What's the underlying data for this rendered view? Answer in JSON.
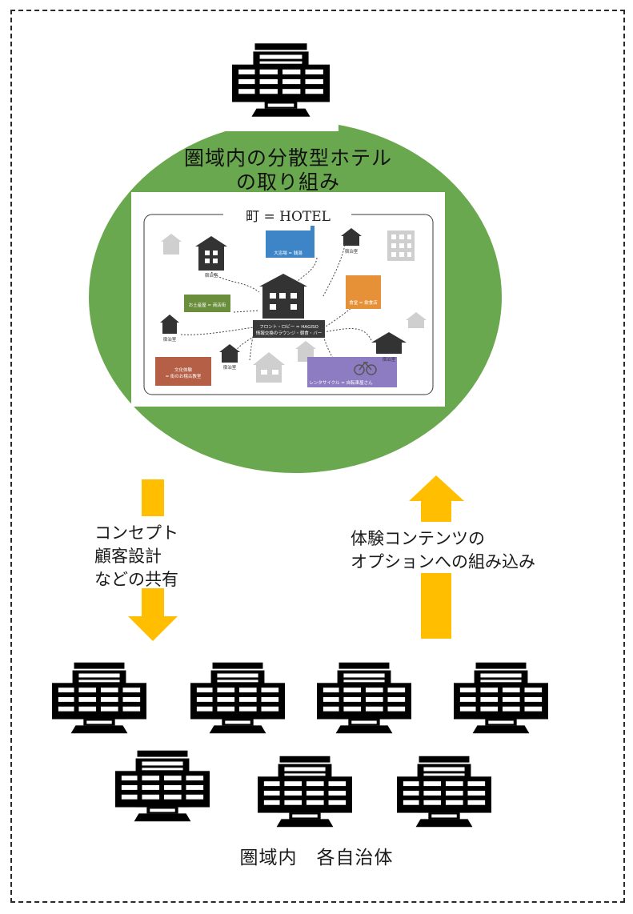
{
  "hub": {
    "title_line1": "圏域内の分散型ホテル",
    "title_line2": "の取り組み"
  },
  "map": {
    "title": "町 = HOTEL",
    "places": [
      {
        "id": "lodge1",
        "label": "宿泊室"
      },
      {
        "id": "bath",
        "label": "大浴場 = 銭湯"
      },
      {
        "id": "lodge2",
        "label": "宿泊室"
      },
      {
        "id": "shop",
        "label": "お土産屋 = 商店街"
      },
      {
        "id": "front",
        "label_line1": "フロント・ロビー = HAGISO",
        "label_line2": "情報交換のラウンジ・朝食・バー"
      },
      {
        "id": "food",
        "label": "食堂 = 飲食店"
      },
      {
        "id": "lodge3",
        "label": "宿泊室"
      },
      {
        "id": "lodge4",
        "label": "宿泊室"
      },
      {
        "id": "culture",
        "label_line1": "文化体験",
        "label_line2": "= 街のお稽古教室"
      },
      {
        "id": "lodge5",
        "label": "宿泊室"
      },
      {
        "id": "cycle",
        "label": "レンタサイクル = 自転車屋さん"
      }
    ]
  },
  "left_arrow_text": [
    "コンセプト",
    "顧客設計",
    "などの共有"
  ],
  "right_arrow_text": [
    "体験コンテンツの",
    "オプションへの組み込み"
  ],
  "bottom_label": "圏域内　各自治体",
  "colors": {
    "circle": "#6aa84f",
    "arrow": "#ffbf00",
    "building": "#000000",
    "bath": "#3d85c6",
    "shop": "#6b8e3d",
    "food": "#e69138",
    "culture": "#b45f46",
    "cycle": "#8e7cc3",
    "front": "#3a3a3a",
    "faded": "#cfcfcf"
  }
}
